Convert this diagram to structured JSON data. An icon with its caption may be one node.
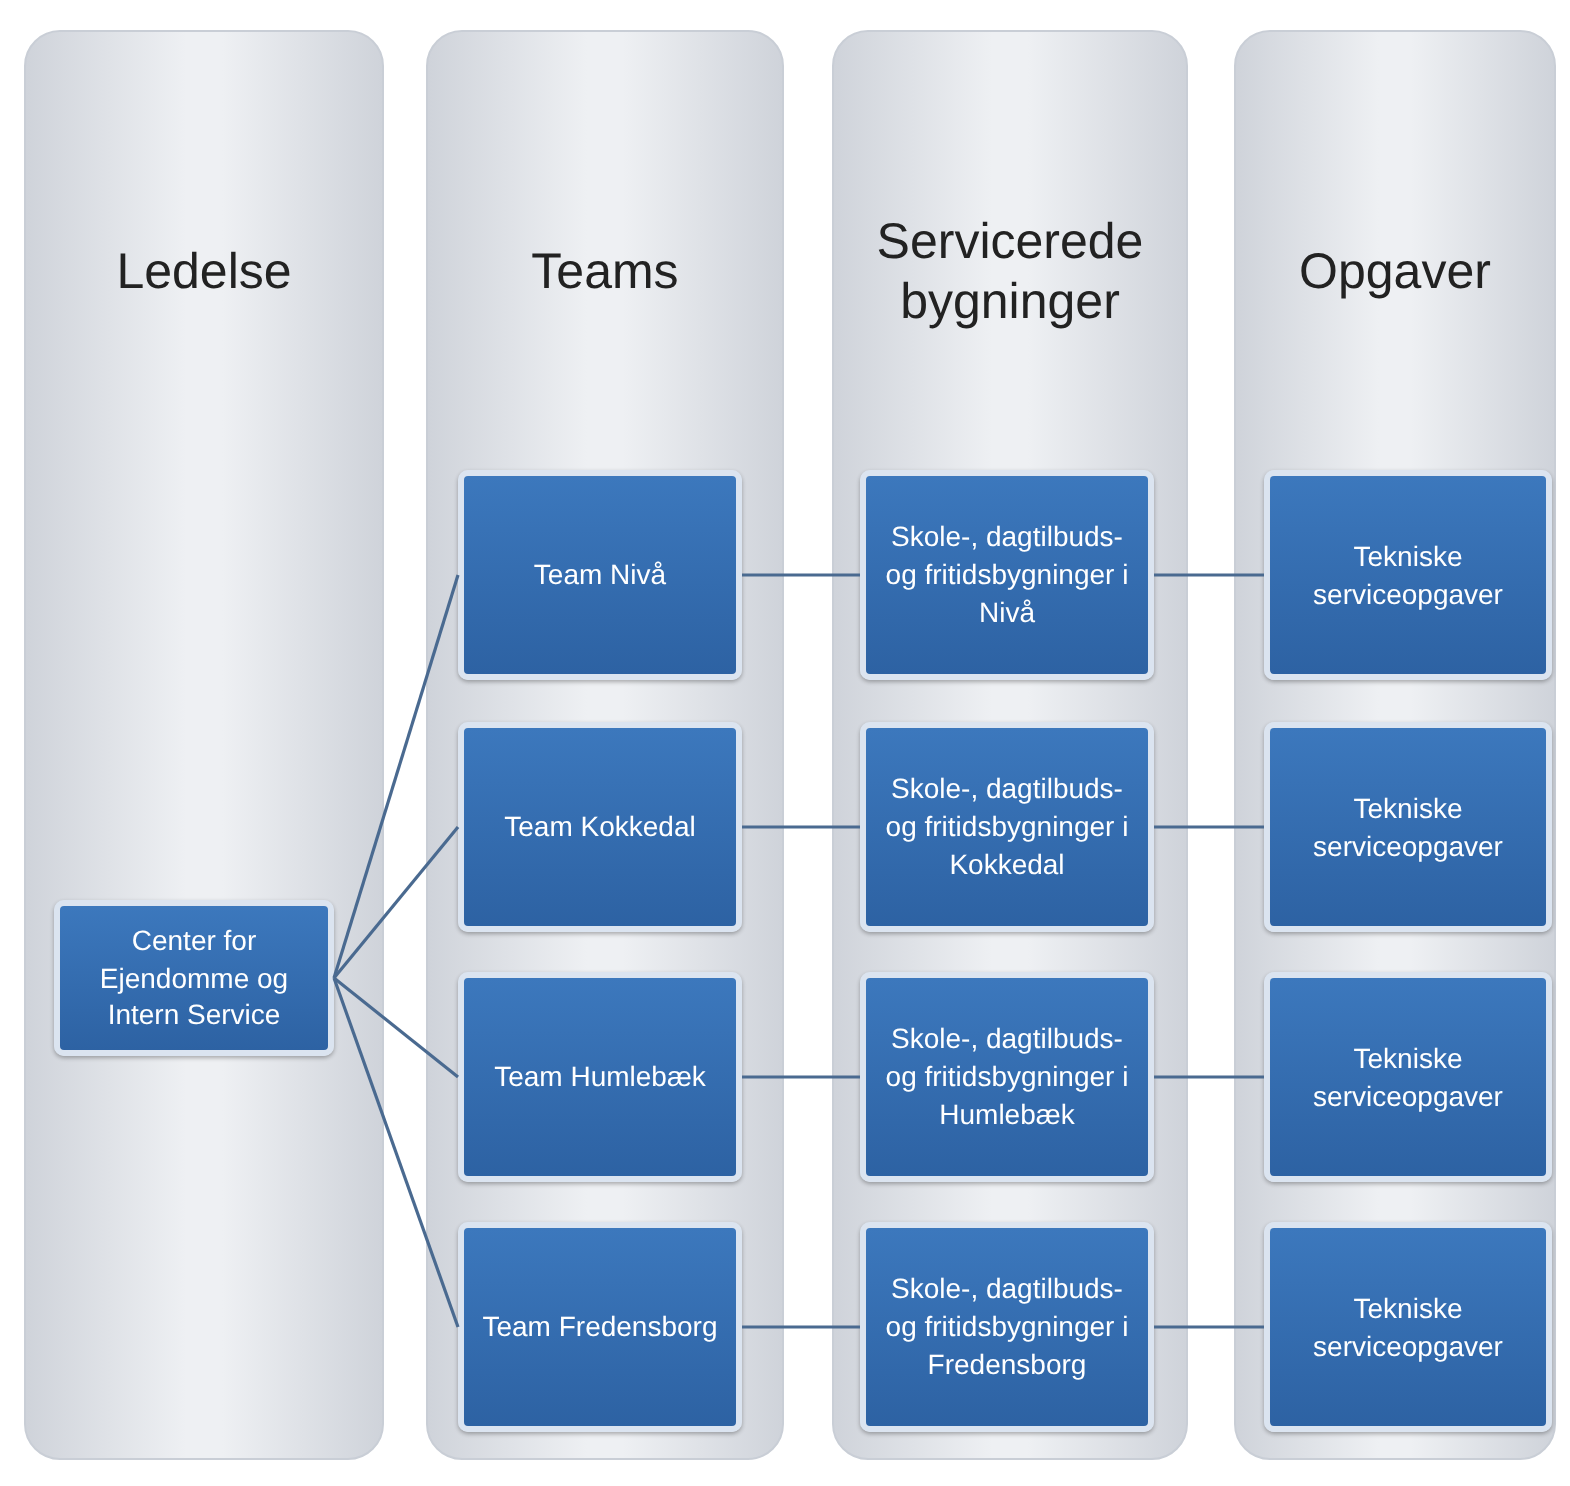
{
  "diagram": {
    "nodes": [
      {
        "text": [
          "Ledelse"
        ]
      },
      {
        "text": [
          "Teams"
        ]
      },
      {
        "text": [
          "Servicerede bygninger"
        ]
      },
      {
        "text": [
          "Opgaver"
        ]
      },
      {
        "text": [
          "Center for Ejendomme og Intern Service"
        ],
        "in": 0
      },
      {
        "text": [
          "Team Nivå"
        ],
        "in": 1
      },
      {
        "text": [
          "Team Kokkedal"
        ],
        "in": 1
      },
      {
        "text": [
          "Team Humlebæk"
        ],
        "in": 1
      },
      {
        "text": [
          "Team Fredensborg"
        ],
        "in": 1
      },
      {
        "text": [
          "Skole-, dagtilbuds- og fritidsbygninger i Nivå"
        ],
        "in": 2
      },
      {
        "text": [
          "Skole-, dagtilbuds- og fritidsbygninger i Kokkedal"
        ],
        "in": 2
      },
      {
        "text": [
          "Skole-, dagtilbuds- og fritidsbygninger i Humlebæk"
        ],
        "in": 2
      },
      {
        "text": [
          "Skole-, dagtilbuds- og fritidsbygninger i Fredensborg"
        ],
        "in": 2
      },
      {
        "text": [
          "Tekniske serviceopgaver"
        ],
        "in": 3
      },
      {
        "text": [
          "Tekniske serviceopgaver"
        ],
        "in": 3
      },
      {
        "text": [
          "Tekniske serviceopgaver"
        ],
        "in": 3
      },
      {
        "text": [
          "Tekniske serviceopgaver"
        ],
        "in": 3
      }
    ],
    "edges": [
      {
        "from": 4,
        "to": 5,
        "arrow": "none"
      },
      {
        "from": 4,
        "to": 6,
        "arrow": "none"
      },
      {
        "from": 4,
        "to": 7,
        "arrow": "none"
      },
      {
        "from": 4,
        "to": 8,
        "arrow": "none"
      },
      {
        "from": 5,
        "to": 9,
        "arrow": "none"
      },
      {
        "from": 6,
        "to": 10,
        "arrow": "none"
      },
      {
        "from": 7,
        "to": 11,
        "arrow": "none"
      },
      {
        "from": 8,
        "to": 12,
        "arrow": "none"
      },
      {
        "from": 9,
        "to": 13,
        "arrow": "none"
      },
      {
        "from": 10,
        "to": 14,
        "arrow": "none"
      },
      {
        "from": 11,
        "to": 15,
        "arrow": "none"
      },
      {
        "from": 12,
        "to": 16,
        "arrow": "none"
      }
    ]
  }
}
